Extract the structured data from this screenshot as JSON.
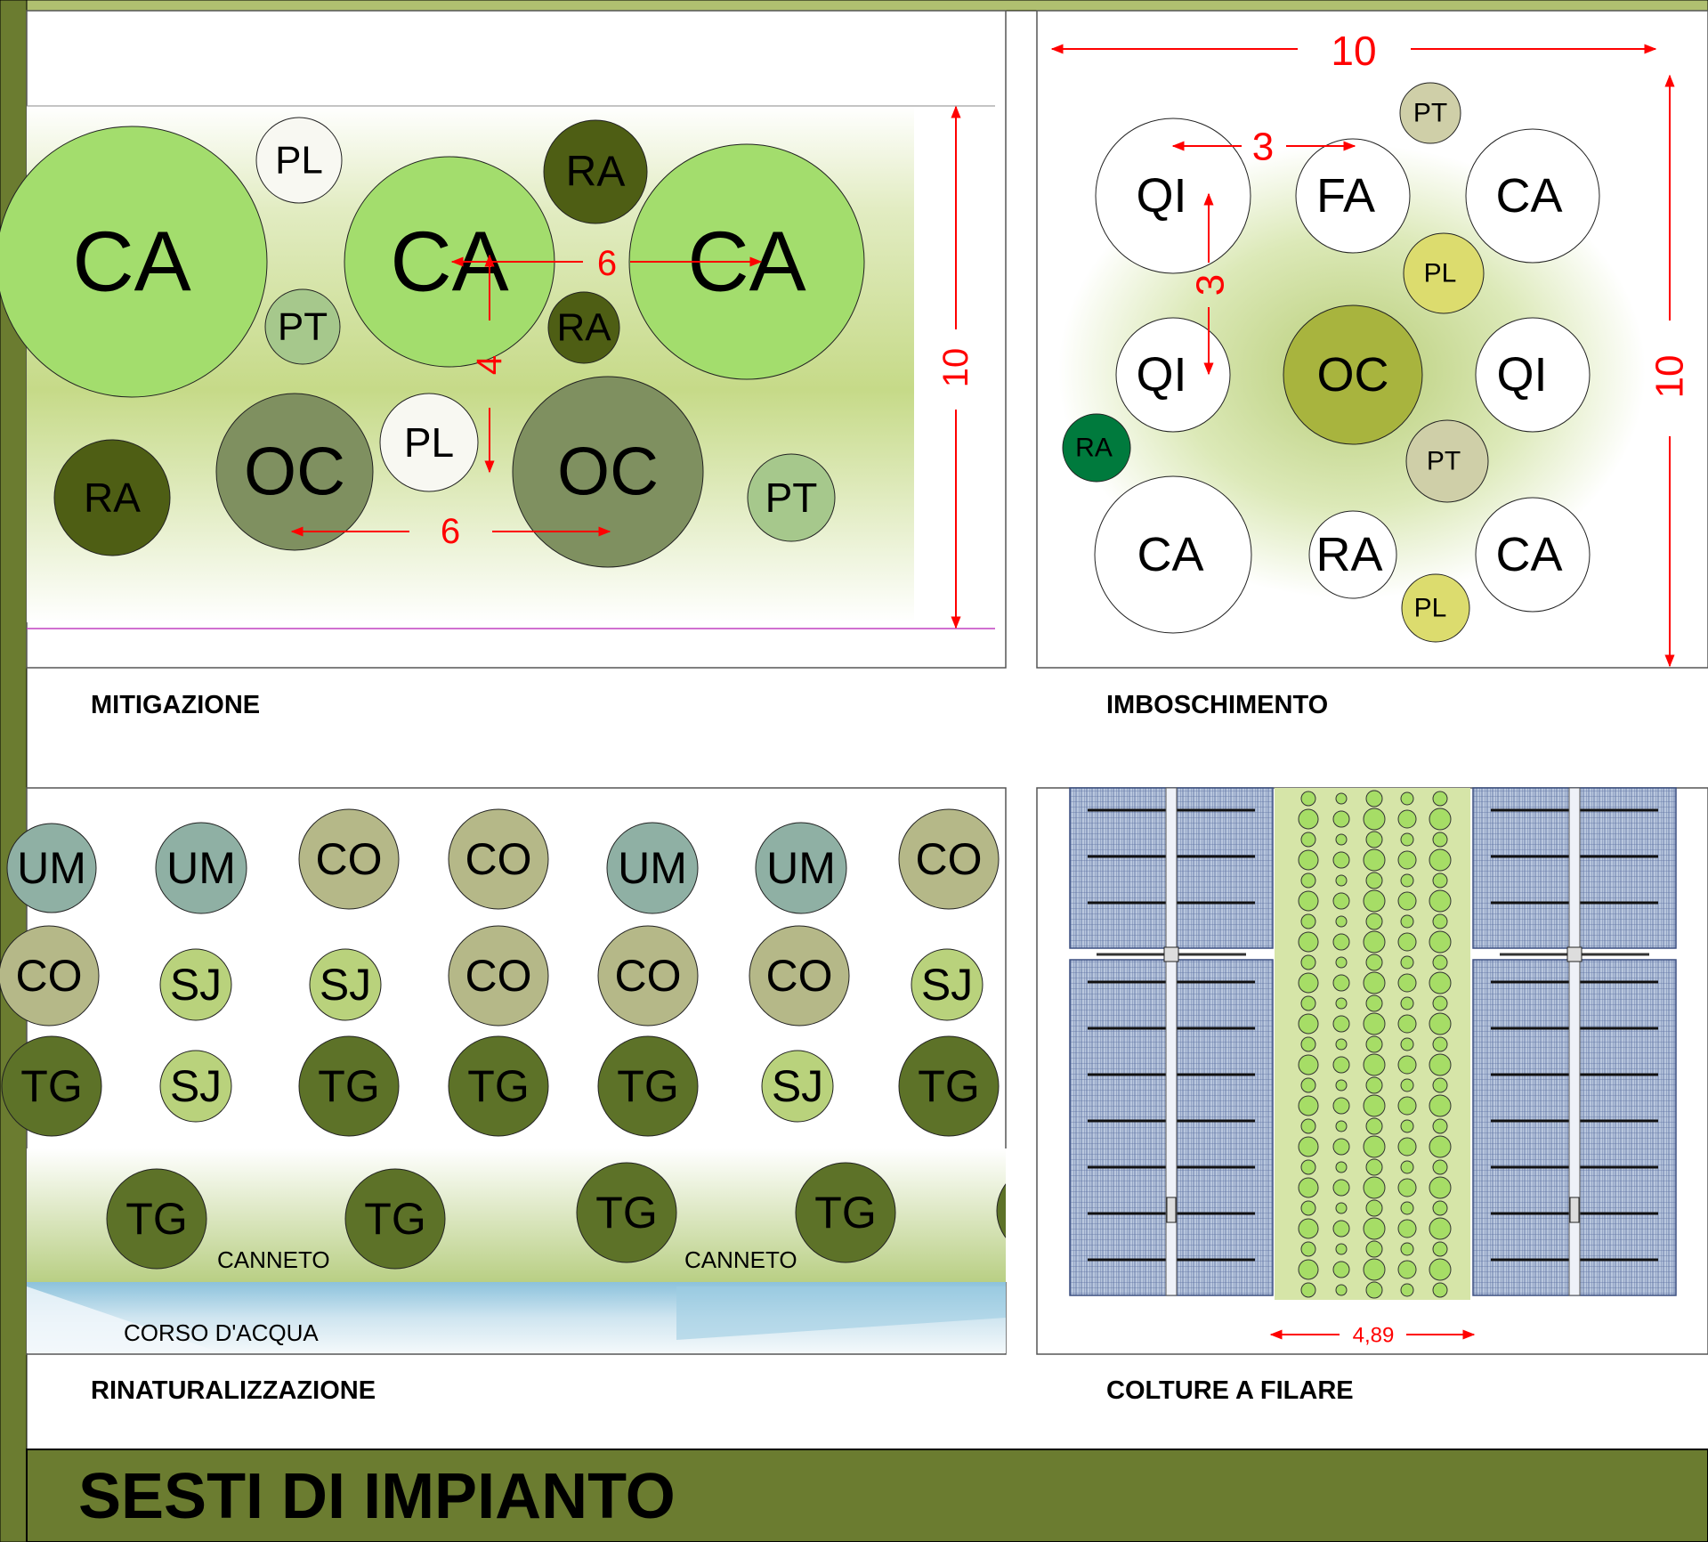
{
  "title": "SESTI DI IMPIANTO",
  "panels": {
    "mitigazione": {
      "label": "MITIGAZIONE",
      "plants": [
        "CA",
        "PL",
        "CA",
        "RA",
        "CA",
        "PT",
        "RA",
        "RA",
        "OC",
        "PL",
        "OC",
        "PT"
      ],
      "dims": [
        "6",
        "4",
        "6",
        "10"
      ]
    },
    "imboschimento": {
      "label": "IMBOSCHIMENTO",
      "plants": [
        "PT",
        "QI",
        "FA",
        "CA",
        "PL",
        "QI",
        "OC",
        "QI",
        "RA",
        "PT",
        "CA",
        "RA",
        "CA",
        "PL"
      ],
      "dims": [
        "10",
        "3",
        "3",
        "10"
      ]
    },
    "rinaturalizzazione": {
      "label": "RINATURALIZZAZIONE",
      "plants": [
        "UM",
        "UM",
        "CO",
        "CO",
        "UM",
        "UM",
        "CO",
        "CO",
        "SJ",
        "SJ",
        "CO",
        "CO",
        "CO",
        "SJ",
        "TG",
        "SJ",
        "TG",
        "TG",
        "TG",
        "SJ",
        "TG",
        "TG",
        "TG",
        "TG",
        "TG"
      ],
      "texts": [
        "CANNETO",
        "CANNETO",
        "CORSO D'ACQUA"
      ]
    },
    "colture": {
      "label": "COLTURE A FILARE",
      "dims": [
        "4,89"
      ]
    }
  },
  "colors": {
    "frame_green": "#6b7c30",
    "frame_light": "#b0c070",
    "dimension_red": "#ff0000"
  }
}
